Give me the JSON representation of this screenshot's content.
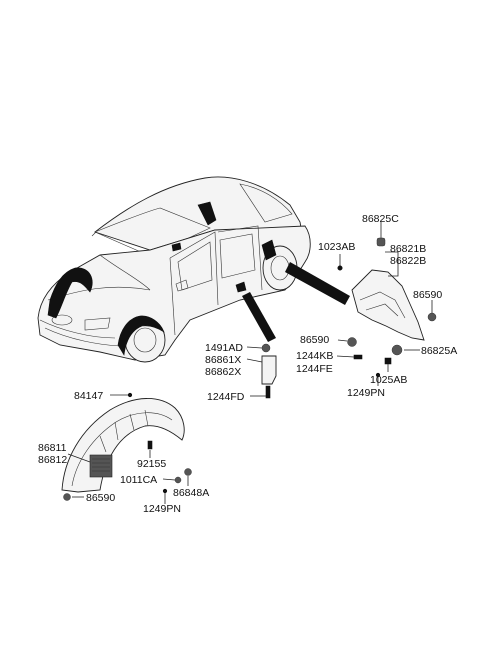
{
  "labels": [
    {
      "id": "l86825C",
      "text": "86825C"
    },
    {
      "id": "l1023AB",
      "text": "1023AB"
    },
    {
      "id": "l86821B",
      "text": "86821B"
    },
    {
      "id": "l86822B",
      "text": "86822B"
    },
    {
      "id": "l86590a",
      "text": "86590"
    },
    {
      "id": "l86590b",
      "text": "86590"
    },
    {
      "id": "l86825A",
      "text": "86825A"
    },
    {
      "id": "l1244KB",
      "text": "1244KB"
    },
    {
      "id": "l1244FE",
      "text": "1244FE"
    },
    {
      "id": "l1025AB",
      "text": "1025AB"
    },
    {
      "id": "l1249PNa",
      "text": "1249PN"
    },
    {
      "id": "l1491AD",
      "text": "1491AD"
    },
    {
      "id": "l86861X",
      "text": "86861X"
    },
    {
      "id": "l86862X",
      "text": "86862X"
    },
    {
      "id": "l1244FD",
      "text": "1244FD"
    },
    {
      "id": "l84147",
      "text": "84147"
    },
    {
      "id": "l86811",
      "text": "86811"
    },
    {
      "id": "l86812",
      "text": "86812"
    },
    {
      "id": "l92155",
      "text": "92155"
    },
    {
      "id": "l1011CA",
      "text": "1011CA"
    },
    {
      "id": "l86848A",
      "text": "86848A"
    },
    {
      "id": "l86590c",
      "text": "86590"
    },
    {
      "id": "l1249PNb",
      "text": "1249PN"
    }
  ]
}
